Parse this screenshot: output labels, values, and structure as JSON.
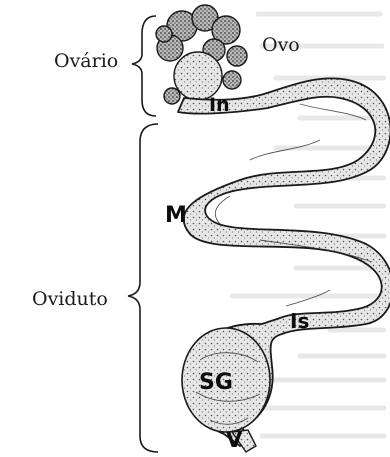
{
  "labels": {
    "ovario": "Ovário",
    "ovo": "Ovo",
    "oviduto": "Oviduto"
  },
  "segments": {
    "infundibulo": "In",
    "magno": "M",
    "istmo": "Is",
    "glandula_casca": "SG",
    "vagina": "V"
  },
  "colors": {
    "ink": "#1a1a1a",
    "tissue_fill": "#e9e9e9",
    "ovary_fill": "#bdbdbd",
    "bleed_text": "#d4d4d4"
  }
}
